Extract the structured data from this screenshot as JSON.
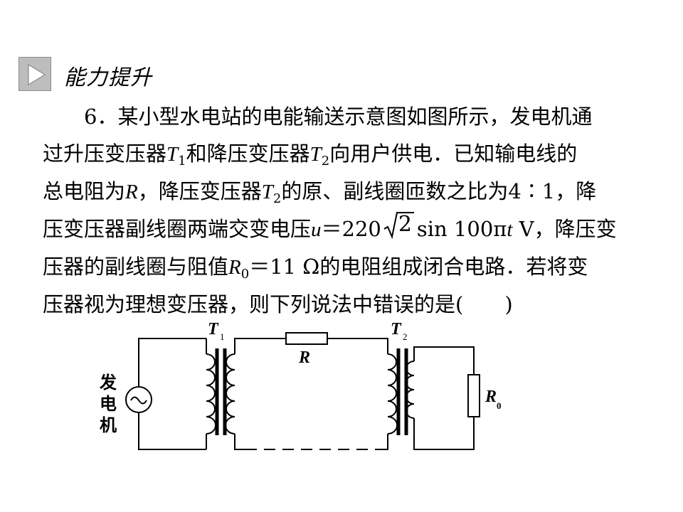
{
  "header": {
    "play_icon": "play-triangle-icon",
    "section_title": "能力提升"
  },
  "problem": {
    "line1": "6．某小型水电站的电能输送示意图如图所示，发电机通",
    "line2_a": "过升压变压器",
    "line2_T": "T",
    "line2_T_sub": "1",
    "line2_b": "和降压变压器",
    "line2_T2": "T",
    "line2_T2_sub": "2",
    "line2_c": "向用户供电．已知输电线的",
    "line3_a": "总电阻为",
    "line3_R": "R",
    "line3_b": "，降压变压器",
    "line3_T": "T",
    "line3_T_sub": "2",
    "line3_c": "的原、副线圈匝数之比为4∶1，降",
    "line4_a": "压变压器副线圈两端交变电压",
    "line4_u": "u",
    "line4_b": "＝220",
    "line4_sqrt_rad": "2",
    "line4_c": "sin 100π",
    "line4_t": "t",
    "line4_d": " V，降压变",
    "line5_a": "压器的副线圈与阻值",
    "line5_R": "R",
    "line5_R_sub": "0",
    "line5_b": "＝11 Ω的电阻组成闭合电路．若将变",
    "line6": "压器视为理想变压器，则下列说法中错误的是(　　)"
  },
  "circuit": {
    "generator_label_1": "发",
    "generator_label_2": "电",
    "generator_label_3": "机",
    "generator_symbol": "~",
    "T1_label": "T",
    "T1_sub": "1",
    "T2_label": "T",
    "T2_sub": "2",
    "R_label": "R",
    "R0_label": "R",
    "R0_sub": "0"
  }
}
